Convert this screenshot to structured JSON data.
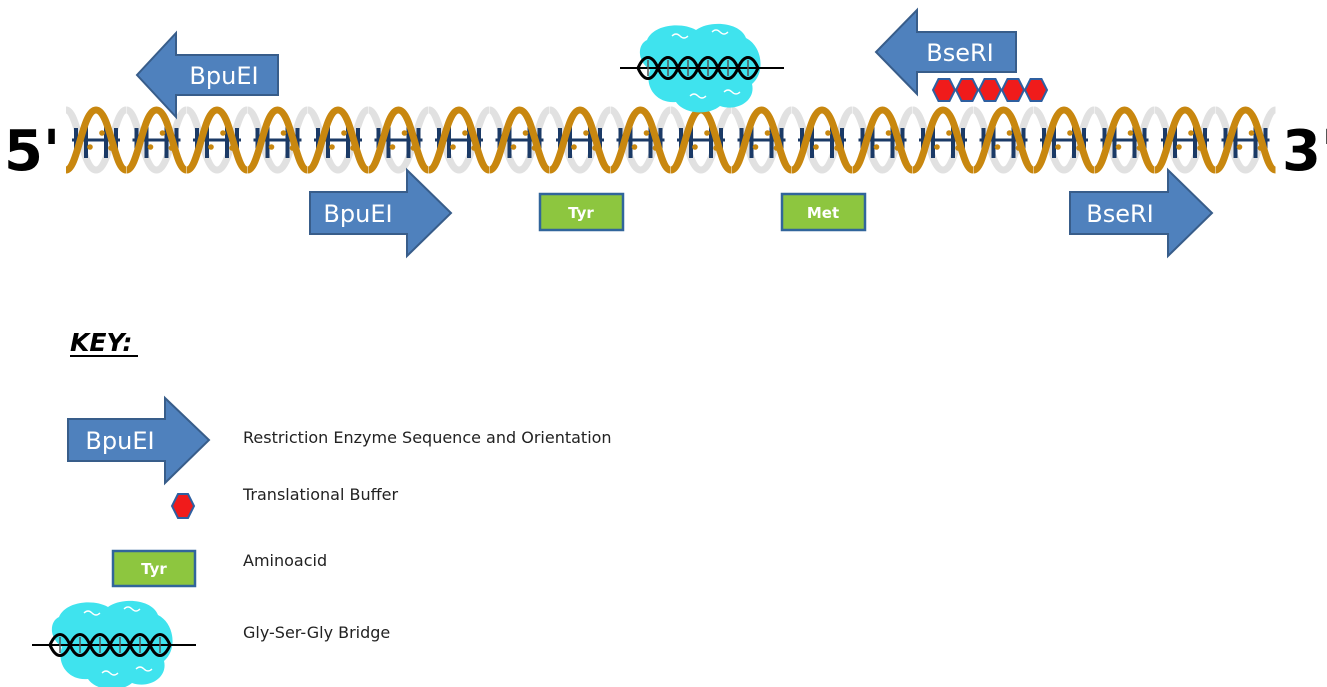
{
  "strand_labels": {
    "five_prime": "5'",
    "three_prime": "3'"
  },
  "enzyme_sites": [
    {
      "label": "BpuEI",
      "direction": "left",
      "strand": "top"
    },
    {
      "label": "BseRI",
      "direction": "left",
      "strand": "top"
    },
    {
      "label": "BpuEI",
      "direction": "right",
      "strand": "bottom"
    },
    {
      "label": "BseRI",
      "direction": "right",
      "strand": "bottom"
    }
  ],
  "translational_buffer": {
    "count": 5
  },
  "aminoacids": [
    {
      "label": "Tyr"
    },
    {
      "label": "Met"
    }
  ],
  "key": {
    "title": "KEY:",
    "items": [
      {
        "symbol": "enzyme-arrow",
        "symbol_label": "BpuEI",
        "description": "Restriction Enzyme Sequence and Orientation"
      },
      {
        "symbol": "red-hexagon",
        "description": "Translational Buffer"
      },
      {
        "symbol": "aminoacid-box",
        "symbol_label": "Tyr",
        "description": "Aminoacid"
      },
      {
        "symbol": "bridge",
        "description": "Gly-Ser-Gly Bridge"
      }
    ]
  },
  "colors": {
    "arrow_fill": "#4F81BD",
    "arrow_stroke": "#385D8A",
    "aminoacid_fill": "#8DC63F",
    "aminoacid_stroke": "#31659B",
    "hexagon_fill": "#F01B1B",
    "hexagon_stroke": "#2E5FA0",
    "helix_orange": "#C8870F",
    "helix_navy": "#1B3A66",
    "bridge_cyan": "#3FE3EE"
  }
}
